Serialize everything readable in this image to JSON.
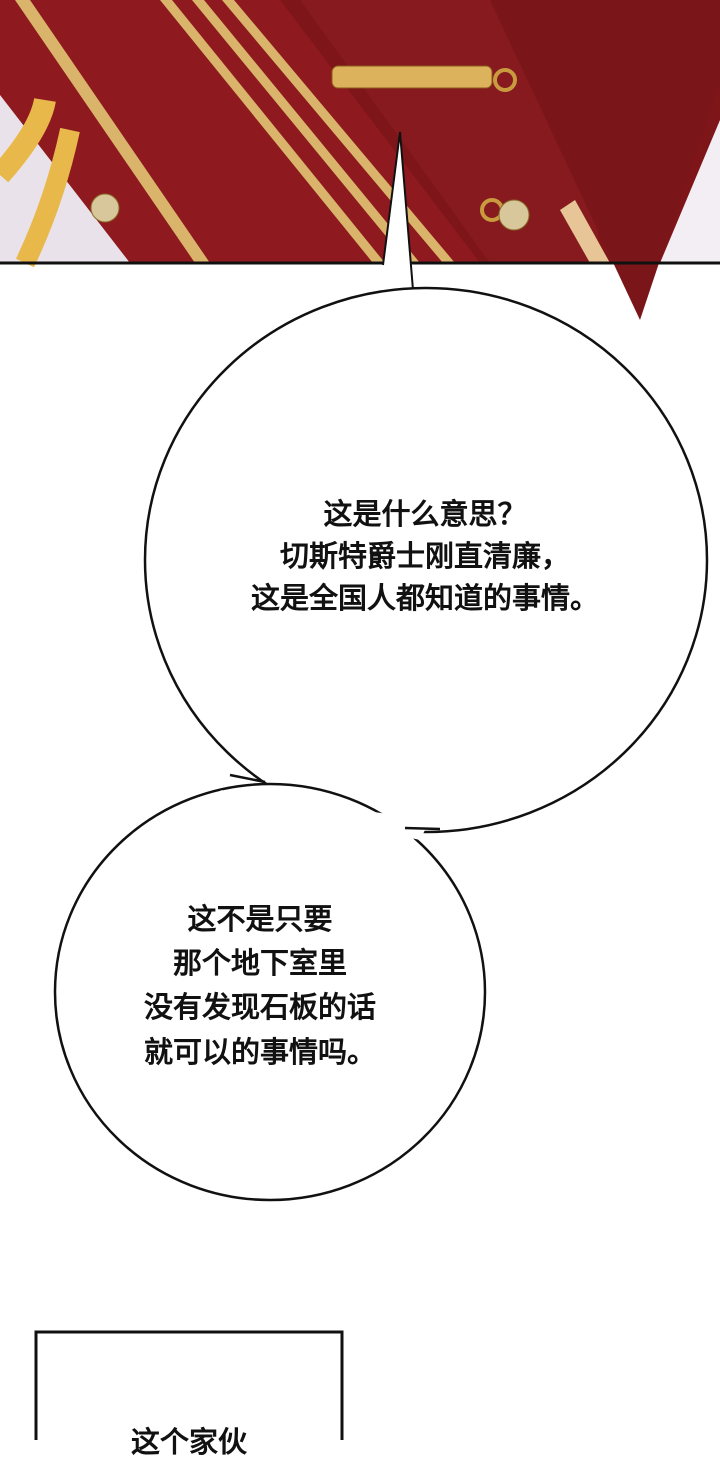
{
  "panel_top": {
    "colors": {
      "fabric": "#8e1a1f",
      "gold": "#d9b46a",
      "rope": "#e8b84a",
      "background": "#e9e2ea"
    }
  },
  "bubble_1": {
    "lines": [
      "这是什么意思？",
      "切斯特爵士刚直清廉，",
      "这是全国人都知道的事情。"
    ]
  },
  "bubble_2": {
    "lines": [
      "这不是只要",
      "那个地下室里",
      "没有发现石板的话",
      "就可以的事情吗。"
    ]
  },
  "caption_box": {
    "lines": [
      "这个家伙"
    ]
  }
}
